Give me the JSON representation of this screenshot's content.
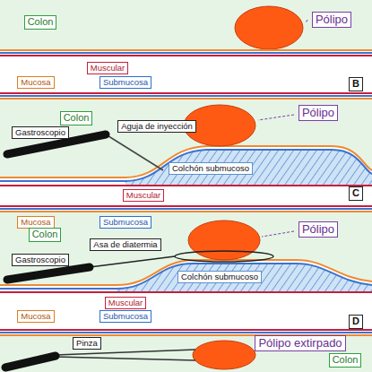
{
  "diagram": {
    "nodes": [
      {
        "text": [
          "Colon"
        ]
      },
      {
        "text": [
          "Pólipo"
        ]
      },
      {
        "text": [
          "Muscular"
        ]
      },
      {
        "text": [
          "Mucosa"
        ]
      },
      {
        "text": [
          "Submucosa"
        ]
      },
      {
        "text": [
          "Colon"
        ]
      },
      {
        "text": [
          "Pólipo"
        ]
      },
      {
        "text": [
          "Gastroscopio"
        ]
      },
      {
        "text": [
          "Aguja de inyección"
        ]
      },
      {
        "text": [
          "Colchón submucoso"
        ]
      },
      {
        "text": [
          "Muscular"
        ]
      },
      {
        "text": [
          "Mucosa"
        ]
      },
      {
        "text": [
          "Submucosa"
        ]
      },
      {
        "text": [
          "Colon"
        ]
      },
      {
        "text": [
          "Pólipo"
        ]
      },
      {
        "text": [
          "Gastroscopio"
        ]
      },
      {
        "text": [
          "Asa de diatermia"
        ]
      },
      {
        "text": [
          "Colchón submucoso"
        ]
      },
      {
        "text": [
          "Muscular"
        ]
      },
      {
        "text": [
          "Mucosa"
        ]
      },
      {
        "text": [
          "Submucosa"
        ]
      },
      {
        "text": [
          "Pinza"
        ]
      },
      {
        "text": [
          "Pólipo extirpado"
        ]
      },
      {
        "text": [
          "Colon"
        ]
      }
    ],
    "labels": [
      "B",
      "C",
      "D"
    ]
  }
}
